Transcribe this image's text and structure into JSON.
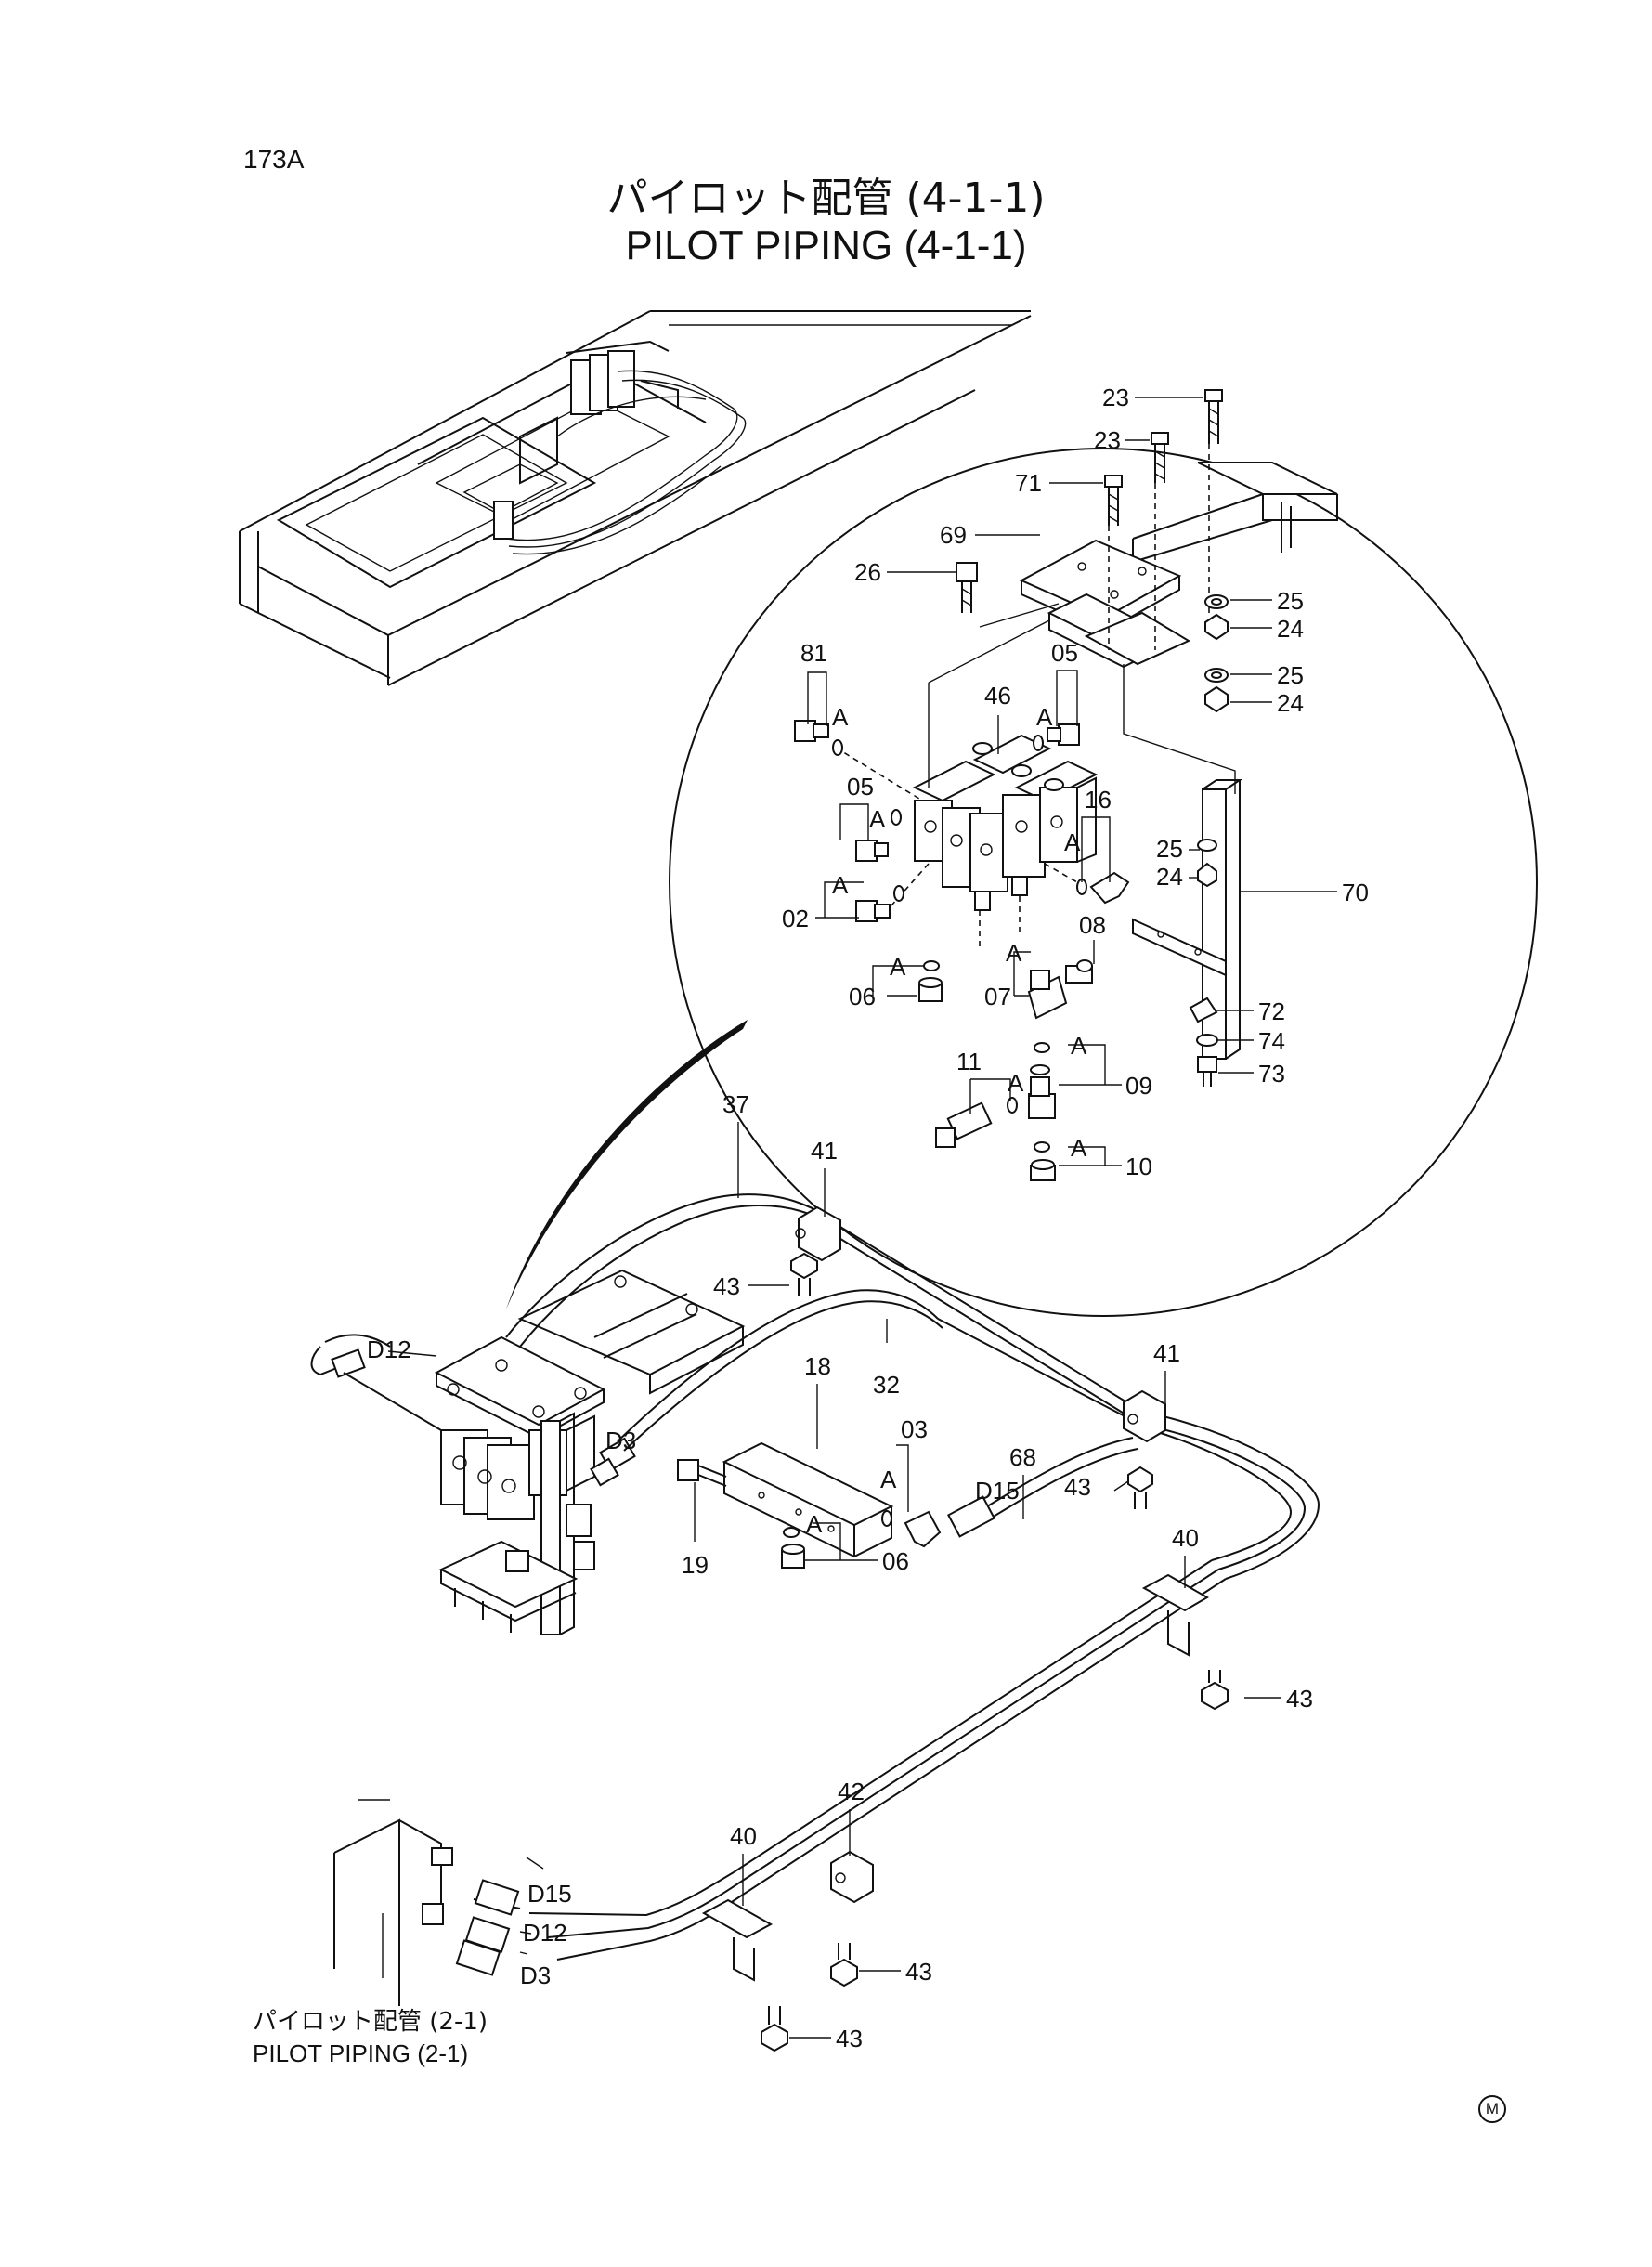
{
  "page_number": "173A",
  "title_jp": "パイロット配管 (4-1-1)",
  "title_en": "PILOT PIPING (4-1-1)",
  "reference_jp": "パイロット配管 (2-1)",
  "reference_en": "PILOT PIPING (2-1)",
  "mark": "M",
  "callouts": {
    "c23a": "23",
    "c23b": "23",
    "c71": "71",
    "c69": "69",
    "c26": "26",
    "c25a": "25",
    "c24a": "24",
    "c25b": "25",
    "c24b": "24",
    "c81": "81",
    "c05a": "05",
    "c46": "46",
    "c05b": "05",
    "c16": "16",
    "c25c": "25",
    "c24c": "24",
    "c02": "02",
    "c70": "70",
    "c08": "08",
    "c06a": "06",
    "c07": "07",
    "c72": "72",
    "c74": "74",
    "c73": "73",
    "c11": "11",
    "c09": "09",
    "c10": "10",
    "c37": "37",
    "c41a": "41",
    "c43a": "43",
    "c41b": "41",
    "c32": "32",
    "c18": "18",
    "c68": "68",
    "c03": "03",
    "c43b": "43",
    "c40a": "40",
    "c19": "19",
    "c06b": "06",
    "c43c": "43",
    "c42": "42",
    "c40b": "40",
    "c43d": "43",
    "c43e": "43"
  },
  "connection_marks": {
    "a1": "A",
    "a2": "A",
    "a3": "A",
    "a4": "A",
    "a5": "A",
    "a6": "A",
    "a7": "A",
    "a8": "A",
    "a9": "A",
    "a10": "A",
    "a11": "A",
    "a12": "A"
  },
  "hose_labels": {
    "d12_top": "D12",
    "d3_top": "D3",
    "d15_mid": "D15",
    "d15_bot": "D15",
    "d12_bot": "D12",
    "d3_bot": "D3"
  }
}
